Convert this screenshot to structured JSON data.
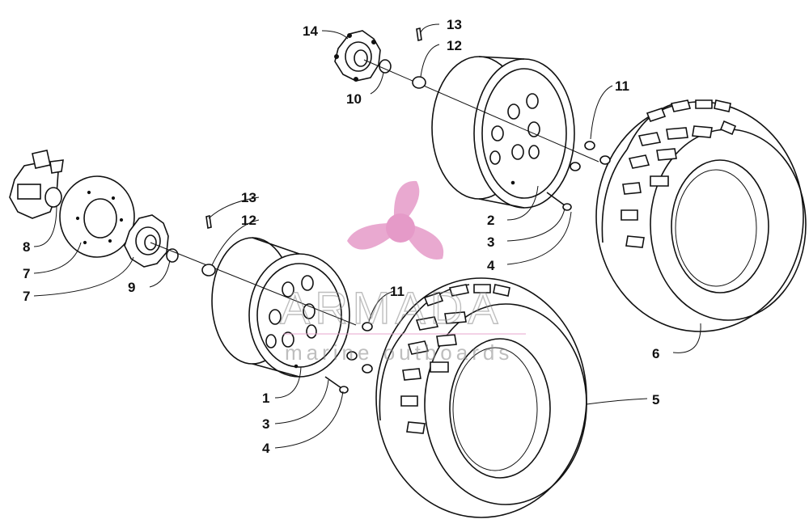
{
  "diagram": {
    "callouts": [
      {
        "id": "c1",
        "label": "1"
      },
      {
        "id": "c2",
        "label": "2"
      },
      {
        "id": "c3a",
        "label": "3"
      },
      {
        "id": "c3b",
        "label": "3"
      },
      {
        "id": "c4a",
        "label": "4"
      },
      {
        "id": "c4b",
        "label": "4"
      },
      {
        "id": "c5",
        "label": "5"
      },
      {
        "id": "c6",
        "label": "6"
      },
      {
        "id": "c7",
        "label": "7"
      },
      {
        "id": "c8",
        "label": "8"
      },
      {
        "id": "c9",
        "label": "9"
      },
      {
        "id": "c10a",
        "label": "10"
      },
      {
        "id": "c10b",
        "label": "10"
      },
      {
        "id": "c11a",
        "label": "11"
      },
      {
        "id": "c11b",
        "label": "11"
      },
      {
        "id": "c12a",
        "label": "12"
      },
      {
        "id": "c12b",
        "label": "12"
      },
      {
        "id": "c13a",
        "label": "13"
      },
      {
        "id": "c13b",
        "label": "13"
      },
      {
        "id": "c14",
        "label": "14"
      }
    ]
  },
  "watermark": {
    "title": "ARMADA",
    "subtitle": "marine outboards",
    "logo_color": "#e59ac8",
    "text_color": "#8a8a8a"
  }
}
